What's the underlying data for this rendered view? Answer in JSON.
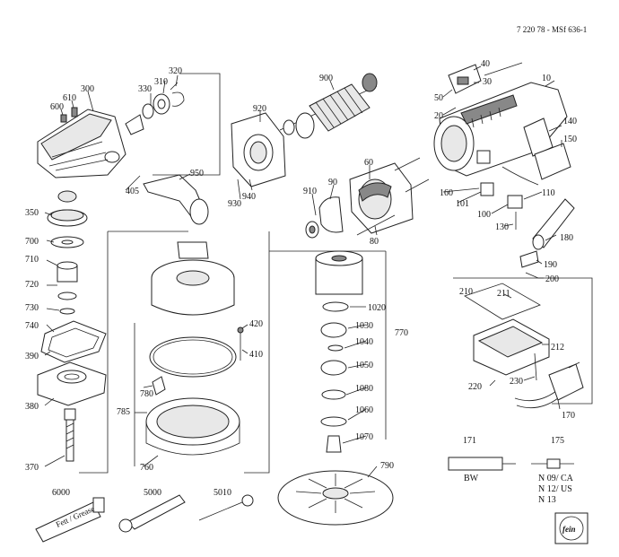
{
  "doc_code": "7 220 78 - MSf 636-1",
  "parts": {
    "p10": "10",
    "p20": "20",
    "p30": "30",
    "p40": "40",
    "p50": "50",
    "p60": "60",
    "p80": "80",
    "p90": "90",
    "p100": "100",
    "p101": "101",
    "p110": "110",
    "p130": "130",
    "p140": "140",
    "p150": "150",
    "p160": "160",
    "p170": "170",
    "p171": "171",
    "p175": "175",
    "p180": "180",
    "p190": "190",
    "p200": "200",
    "p210": "210",
    "p211": "211",
    "p212": "212",
    "p220": "220",
    "p230": "230",
    "p300": "300",
    "p310": "310",
    "p320": "320",
    "p330": "330",
    "p350": "350",
    "p370": "370",
    "p380": "380",
    "p390": "390",
    "p405": "405",
    "p410": "410",
    "p420": "420",
    "p600": "600",
    "p610": "610",
    "p700": "700",
    "p710": "710",
    "p720": "720",
    "p730": "730",
    "p740": "740",
    "p760": "760",
    "p770": "770",
    "p780": "780",
    "p785": "785",
    "p790": "790",
    "p900": "900",
    "p910": "910",
    "p920": "920",
    "p930": "930",
    "p940": "940",
    "p950": "950",
    "p1020": "1020",
    "p1030": "1030",
    "p1040": "1040",
    "p1050": "1050",
    "p1060": "1060",
    "p1070": "1070",
    "p1080": "1080",
    "p5000": "5000",
    "p5010": "5010",
    "p6000": "6000"
  },
  "tube_text": "Fett / Grease",
  "bw_label": "BW",
  "variants": [
    "N 09/ CA",
    "N 12/ US",
    "N 13"
  ],
  "logo_text": "fein"
}
